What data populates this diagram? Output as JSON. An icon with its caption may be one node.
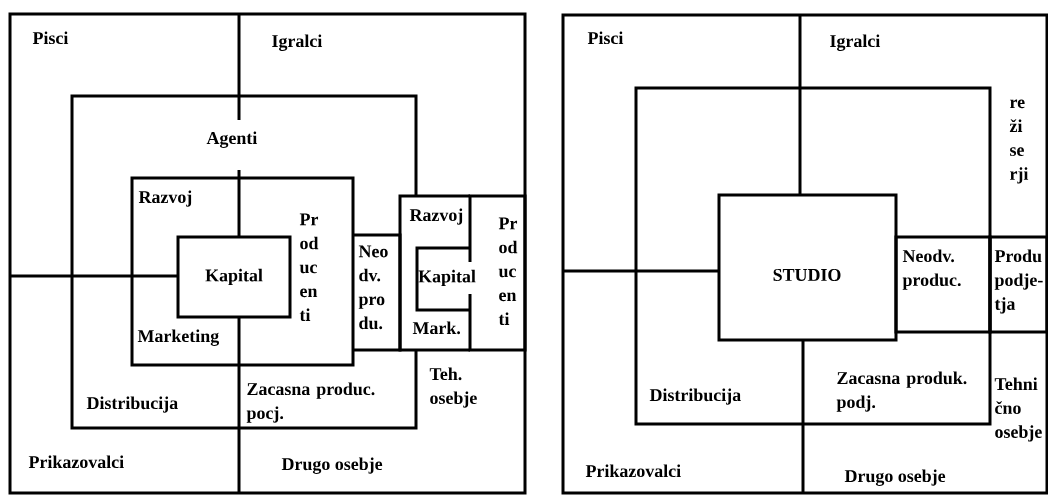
{
  "diagram": {
    "nodes": [
      {
        "text": [
          "Pisci",
          "Igralci",
          "Teh. osebje",
          "Prikazovalci",
          "Drugo osebje"
        ]
      },
      {
        "text": [
          "Agenti",
          "Distribucija",
          "Zacasna produc. pocj."
        ],
        "in": 0
      },
      {
        "text": [
          "Razvoj",
          "Pr od uc en ti",
          "Marketing"
        ],
        "in": 1
      },
      {
        "text": [
          "Kapital"
        ],
        "in": 2
      },
      {
        "text": [
          "Neo dv. pro du."
        ],
        "in": 1
      },
      {
        "text": [
          "Razvoj",
          "Mark."
        ],
        "in": 0
      },
      {
        "text": [
          "Kapital"
        ],
        "in": 5
      },
      {
        "text": [
          "Pr od uc en ti"
        ],
        "in": 0
      },
      {
        "text": [
          "Pisci",
          "Igralci",
          "re ži se rji",
          "Tehni čno osebje",
          "Prikazovalci",
          "Drugo osebje"
        ]
      },
      {
        "text": [
          "Distribucija",
          "Zacasna produk. podj."
        ],
        "in": 8
      },
      {
        "text": [
          "STUDIO"
        ],
        "in": 9
      },
      {
        "text": [
          "Neodv. produc."
        ],
        "in": 9
      },
      {
        "text": [
          "Produ podje- tja"
        ],
        "in": 8
      }
    ]
  }
}
